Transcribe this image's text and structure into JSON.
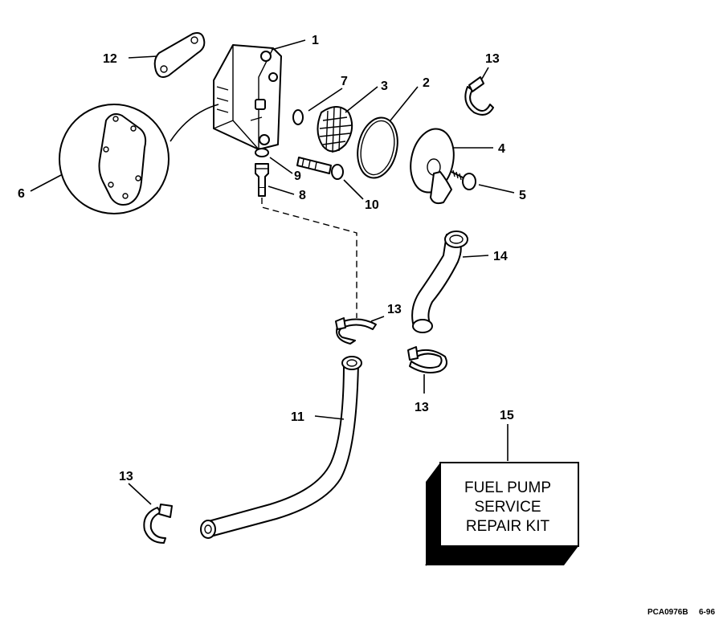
{
  "callouts": {
    "c1": "1",
    "c2": "2",
    "c3": "3",
    "c4": "4",
    "c5": "5",
    "c6": "6",
    "c7": "7",
    "c8": "8",
    "c9": "9",
    "c10": "10",
    "c11": "11",
    "c12": "12",
    "c13a": "13",
    "c13b": "13",
    "c13c": "13",
    "c13d": "13",
    "c14": "14",
    "c15": "15"
  },
  "kit": {
    "line1": "FUEL PUMP",
    "line2": "SERVICE",
    "line3": "REPAIR KIT"
  },
  "footer": {
    "ref": "PCA0976B",
    "date": "6-96"
  }
}
